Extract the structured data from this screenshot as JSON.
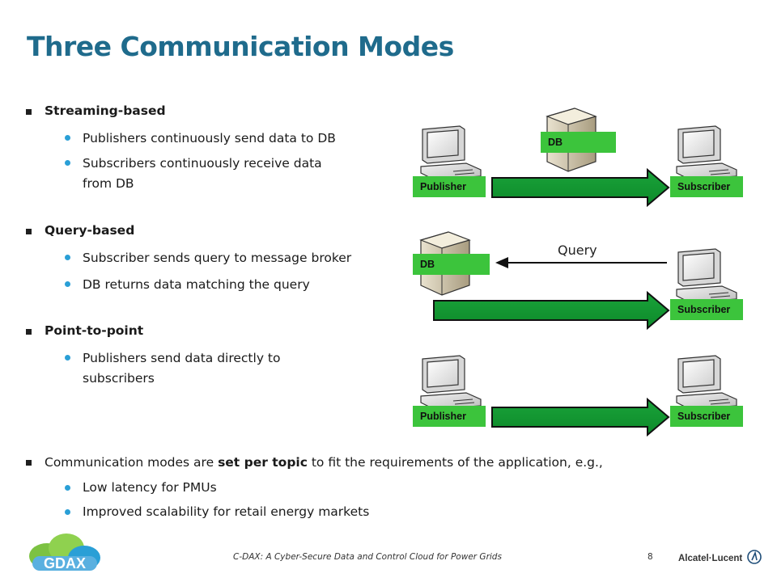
{
  "title": "Three Communication Modes",
  "sections": [
    {
      "heading": "Streaming-based",
      "items": [
        "Publishers continuously send data to DB",
        "Subscribers continuously receive data",
        "from DB"
      ]
    },
    {
      "heading": "Query-based",
      "items": [
        "Subscriber sends query to message broker",
        "DB returns data matching the query"
      ]
    },
    {
      "heading": "Point-to-point",
      "items": [
        "Publishers send data directly to",
        "subscribers"
      ]
    }
  ],
  "summary": {
    "prefix": "Communication modes are ",
    "bold": "set per topic",
    "suffix": " to fit the requirements of the application, e.g.,",
    "items": [
      "Low latency for PMUs",
      "Improved scalability for retail energy markets"
    ]
  },
  "diagram": {
    "streaming": {
      "publisher": "Publisher",
      "db": "DB",
      "subscriber": "Subscriber"
    },
    "query": {
      "db": "DB",
      "query_label": "Query",
      "subscriber": "Subscriber"
    },
    "p2p": {
      "publisher": "Publisher",
      "subscriber": "Subscriber"
    }
  },
  "footer": {
    "text": "C-DAX: A Cyber-Secure Data and Control Cloud for Power Grids",
    "page": "8",
    "company": "Alcatel·Lucent",
    "logo_text": "GDAX"
  },
  "colors": {
    "title": "#1f6b8c",
    "green": "#3cc43c",
    "bullet_dot": "#2a9fd6"
  }
}
